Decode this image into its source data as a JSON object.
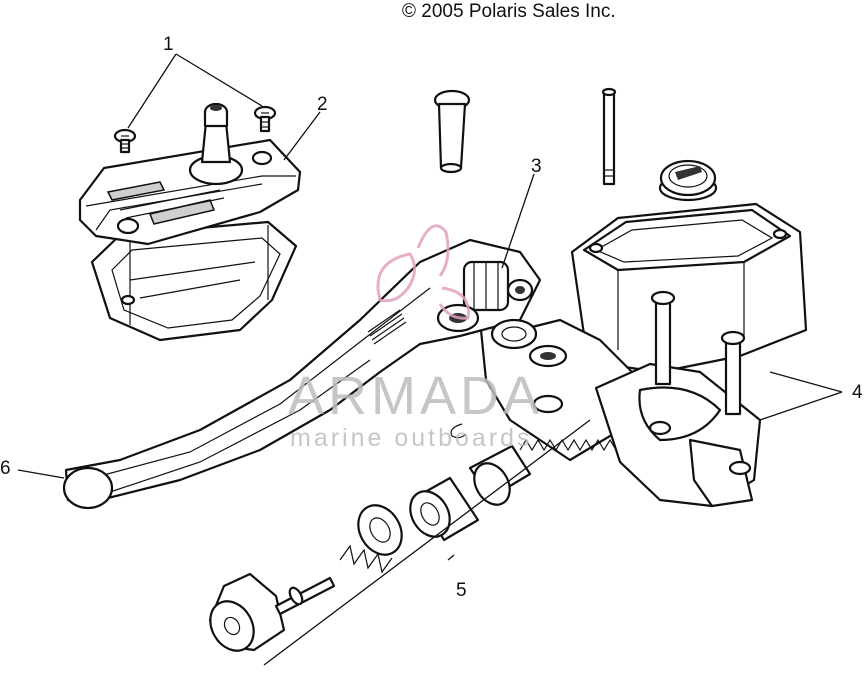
{
  "copyright": "© 2005 Polaris Sales Inc.",
  "watermark": {
    "brand": "ARMADA",
    "tagline": "marine outboards",
    "logo_color": "#e3a1bf",
    "text_color": "#bdbdbd"
  },
  "callouts": [
    "1",
    "2",
    "3",
    "4",
    "5",
    "6"
  ],
  "colors": {
    "line": "#111111",
    "background": "#ffffff"
  }
}
